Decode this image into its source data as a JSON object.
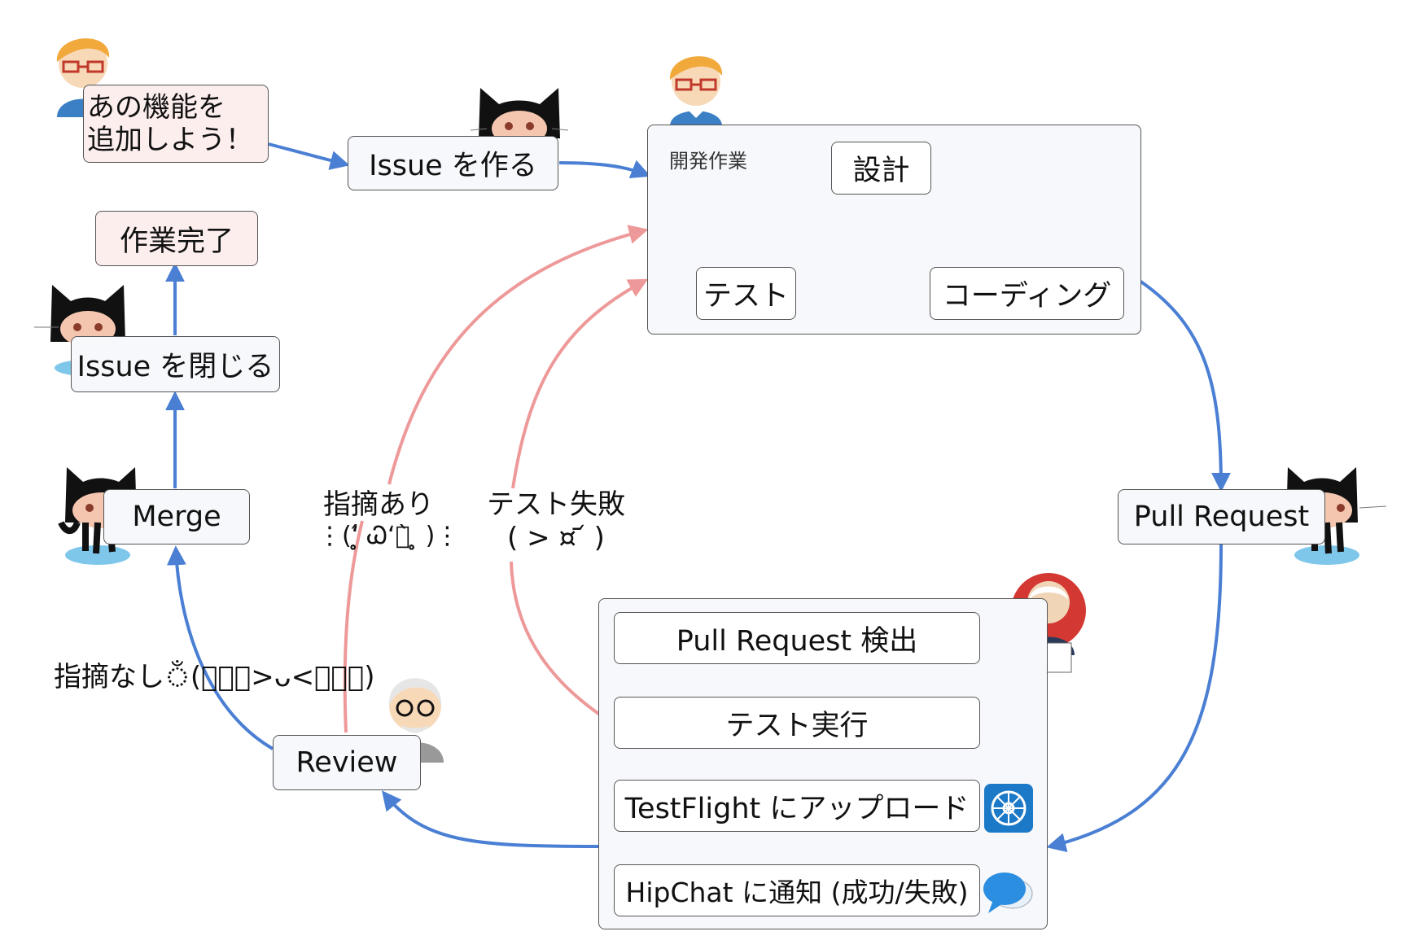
{
  "nodes": {
    "request": {
      "line1": "あの機能を",
      "line2": "追加しよう！"
    },
    "create_issue": "Issue を作る",
    "done": "作業完了",
    "close_issue": "Issue を閉じる",
    "merge": "Merge",
    "pull_request": "Pull Request",
    "review": "Review"
  },
  "dev_work": {
    "title": "開発作業",
    "design": "設計",
    "coding": "コーディング",
    "test": "テスト"
  },
  "ci": {
    "detect": "Pull Request 検出",
    "run_tests": "テスト実行",
    "upload": "TestFlight にアップロード",
    "notify": "HipChat に通知 (成功/失敗)"
  },
  "edge_labels": {
    "review_comments": {
      "line1": "指摘あり",
      "line2": "⋮(ʻ̥̥̥̥̥̥̥́ Ꮗʻဗ̀ ̥̥̥̥̥̥̥ )⋮"
    },
    "test_failed": {
      "line1": "テスト失敗",
      "line2": "( > ¤ ᷄ )"
    },
    "no_comments": "指摘なしঁ(๑⃙⃘>ᴗ<๑⃙⃘)"
  },
  "icons": [
    "developer-avatar-icon",
    "github-octocat-icon",
    "jenkins-butler-icon",
    "reviewer-avatar-icon",
    "testflight-icon",
    "hipchat-icon"
  ],
  "colors": {
    "flow": "#4a7fd4",
    "feedback": "#ee9999",
    "box_fill": "#f6f8fb",
    "pink_fill": "#fdeeee"
  }
}
